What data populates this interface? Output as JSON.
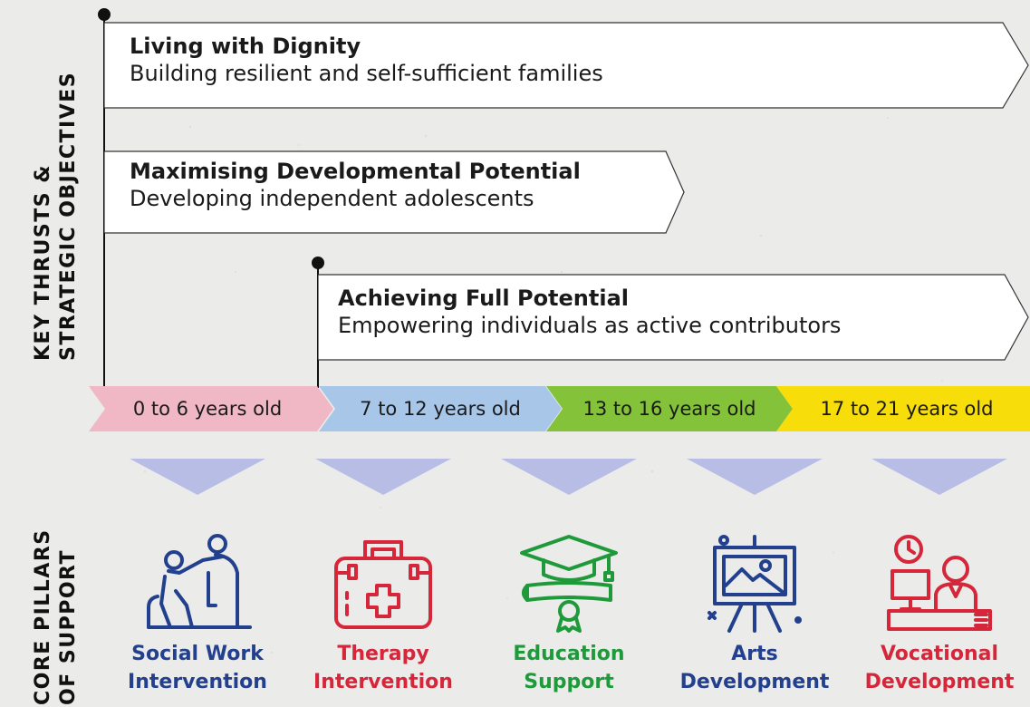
{
  "side_labels": {
    "thrusts_line1": "KEY THRUSTS &",
    "thrusts_line2": "STRATEGIC OBJECTIVES",
    "pillars_line1": "CORE PILLARS",
    "pillars_line2": "OF SUPPORT"
  },
  "objectives": [
    {
      "title": "Living with Dignity",
      "subtitle": "Building resilient and self-sufficient families"
    },
    {
      "title": "Maximising Developmental Potential",
      "subtitle": "Developing independent adolescents"
    },
    {
      "title": "Achieving Full Potential",
      "subtitle": "Empowering individuals as active contributors"
    }
  ],
  "age_groups": [
    {
      "label": "0 to 6 years old",
      "color": "#f0b8c4"
    },
    {
      "label": "7 to 12 years old",
      "color": "#a8c6e8"
    },
    {
      "label": "13 to 16 years old",
      "color": "#84c23a"
    },
    {
      "label": "17 to 21 years old",
      "color": "#f7dd0a"
    }
  ],
  "pillars": [
    {
      "line1": "Social Work",
      "line2": "Intervention",
      "color": "#23408e",
      "icon": "helping-hand-climb-icon"
    },
    {
      "line1": "Therapy",
      "line2": "Intervention",
      "color": "#d6263a",
      "icon": "first-aid-kit-icon"
    },
    {
      "line1": "Education",
      "line2": "Support",
      "color": "#1e9a3a",
      "icon": "graduation-cap-diploma-icon"
    },
    {
      "line1": "Arts",
      "line2": "Development",
      "color": "#23408e",
      "icon": "easel-painting-icon"
    },
    {
      "line1": "Vocational",
      "line2": "Development",
      "color": "#d6263a",
      "icon": "worker-at-desk-clock-icon"
    }
  ],
  "colors": {
    "line": "#111111",
    "triangle": "#b8bde6"
  }
}
